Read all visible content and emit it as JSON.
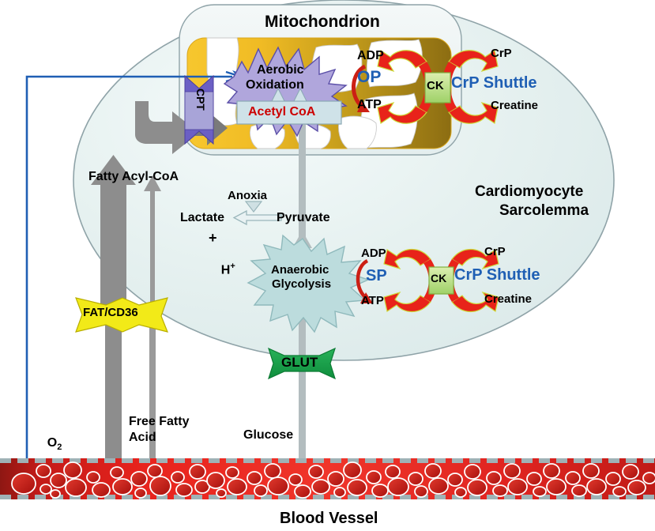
{
  "diagram": {
    "title_mitochondrion": "Mitochondrion",
    "cell_label_line1": "Cardiomyocyte",
    "cell_label_line2": "Sarcolemma",
    "blood_vessel": "Blood Vessel"
  },
  "mitochondrion": {
    "aerobic_line1": "Aerobic",
    "aerobic_line2": "Oxidation",
    "acetyl_coa": "Acetyl CoA",
    "cpt": "CPT",
    "op": "OP",
    "adp": "ADP",
    "atp": "ATP",
    "ck": "CK",
    "crp_shuttle": "CrP Shuttle",
    "crp": "CrP",
    "creatine": "Creatine"
  },
  "cytosol": {
    "fatty_acyl_coa": "Fatty Acyl-CoA",
    "anoxia": "Anoxia",
    "lactate": "Lactate",
    "plus": "+",
    "hplus": "H",
    "hplus_sup": "+",
    "pyruvate": "Pyruvate",
    "glycolysis_line1": "Anaerobic",
    "glycolysis_line2": "Glycolysis",
    "sp": "SP",
    "adp": "ADP",
    "atp": "ATP",
    "ck": "CK",
    "crp_shuttle": "CrP Shuttle",
    "crp": "CrP",
    "creatine": "Creatine"
  },
  "transporters": {
    "fat_cd36": "FAT/CD36",
    "glut": "GLUT"
  },
  "substrates": {
    "o2": "O",
    "o2_sub": "2",
    "free_fatty_line1": "Free Fatty",
    "free_fatty_line2": "Acid",
    "glucose": "Glucose"
  },
  "colors": {
    "cell_fill": "#e6f0ef",
    "cell_stroke": "#8fa3a8",
    "mito_outer": "#eef3f2",
    "mito_gold_left": "#f5c02b",
    "mito_gold_right": "#9c7a16",
    "cpt_purple": "#6b5fc4",
    "starburst_purple": "#b0a6dc",
    "starburst_teal": "#bcdcdd",
    "acetyl_box": "#cfe2e8",
    "red_arrow": "#e8231a",
    "gray_arrow": "#808080",
    "light_gray_arrow": "#b8c2c4",
    "yellow_transporter": "#f2ea18",
    "green_transporter": "#1fa84f",
    "ck_green": "#bfe08a",
    "blood_red": "#e8201f",
    "blue_line": "#1f5fb4",
    "blue_text": "#1f5fb4",
    "red_text": "#cc0000"
  }
}
